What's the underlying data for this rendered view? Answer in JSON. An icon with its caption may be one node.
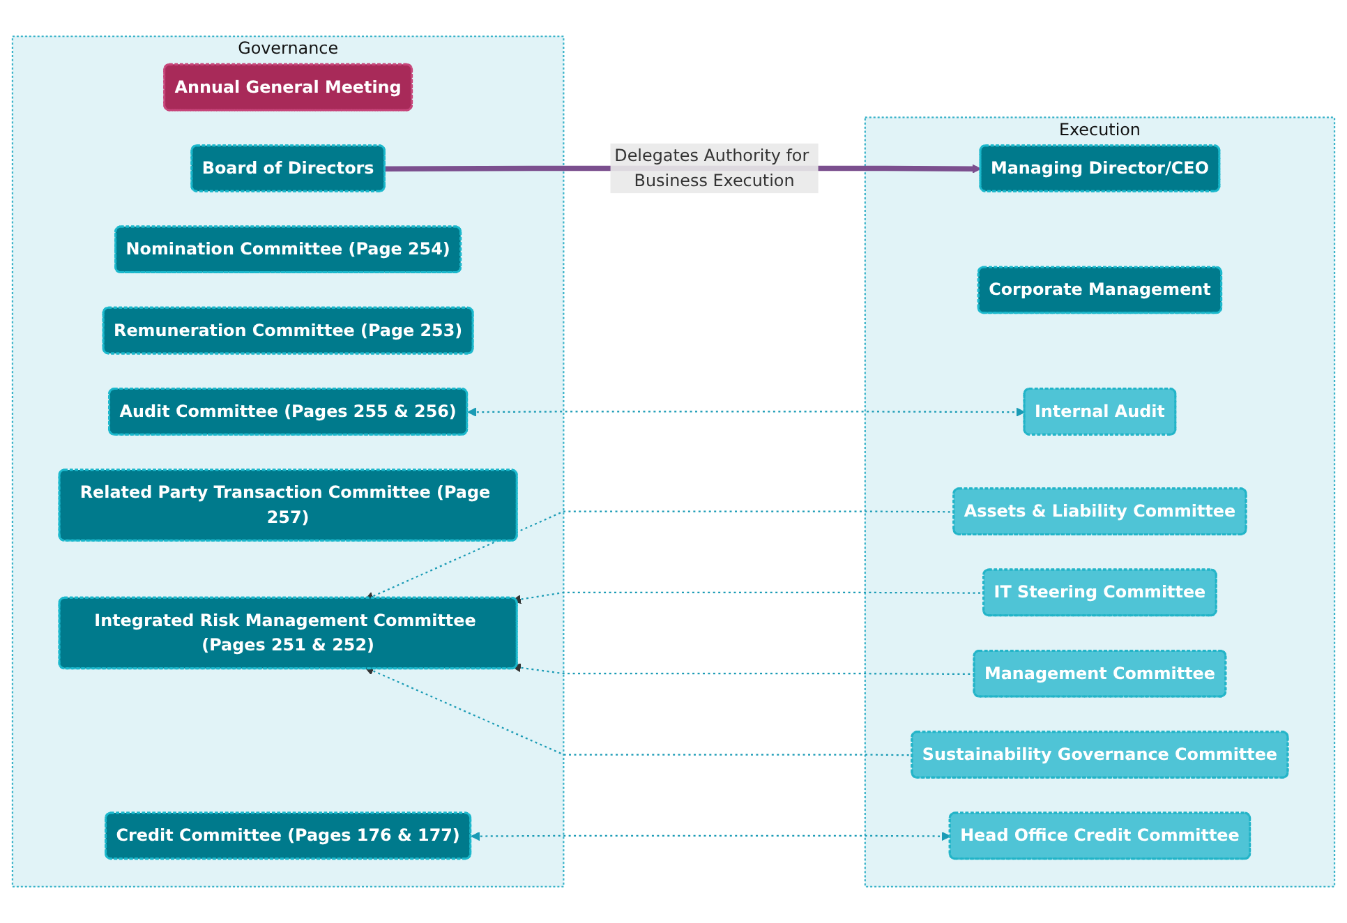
{
  "diagram": {
    "nodes": [
      {
        "text": [
          "Governance"
        ]
      },
      {
        "text": [
          "Annual General Meeting"
        ],
        "in": 0
      },
      {
        "text": [
          "Board of Directors"
        ],
        "in": 0
      },
      {
        "text": [
          "Nomination Committee (Page 254)"
        ],
        "in": 0
      },
      {
        "text": [
          "Remuneration Committee (Page 253)"
        ],
        "in": 0
      },
      {
        "text": [
          "Audit Committee (Pages 255 & 256)"
        ],
        "in": 0
      },
      {
        "text": [
          "Related Party Transaction Committee (Page 257)"
        ],
        "in": 0
      },
      {
        "text": [
          "Integrated Risk Management Committee (Pages 251 & 252)"
        ],
        "in": 0
      },
      {
        "text": [
          "Credit Committee (Pages 176 & 177)"
        ],
        "in": 0
      },
      {
        "text": [
          "Execution"
        ]
      },
      {
        "text": [
          "Managing Director/CEO"
        ],
        "in": 9
      },
      {
        "text": [
          "Corporate Management"
        ],
        "in": 9
      },
      {
        "text": [
          "Internal Audit"
        ],
        "in": 9
      },
      {
        "text": [
          "Assets & Liability Committee"
        ],
        "in": 9
      },
      {
        "text": [
          "IT Steering Committee"
        ],
        "in": 9
      },
      {
        "text": [
          "Management Committee"
        ],
        "in": 9
      },
      {
        "text": [
          "Sustainability Governance Committee"
        ],
        "in": 9
      },
      {
        "text": [
          "Head Office Credit Committee"
        ],
        "in": 9
      }
    ],
    "edges": [
      {
        "from": 2,
        "to": 10,
        "arrow": "to",
        "label": "Delegates Authority for Business Execution",
        "style": "thick",
        "color": "#7b4f8e"
      },
      {
        "from": 5,
        "to": 12,
        "arrow": "both",
        "style": "dashed"
      },
      {
        "from": 13,
        "to": 7,
        "arrow": "to",
        "style": "dashed"
      },
      {
        "from": 14,
        "to": 7,
        "arrow": "to",
        "style": "dashed"
      },
      {
        "from": 15,
        "to": 7,
        "arrow": "to",
        "style": "dashed"
      },
      {
        "from": 16,
        "to": 7,
        "arrow": "to",
        "style": "dashed"
      },
      {
        "from": 8,
        "to": 17,
        "arrow": "both",
        "style": "dashed"
      }
    ]
  }
}
